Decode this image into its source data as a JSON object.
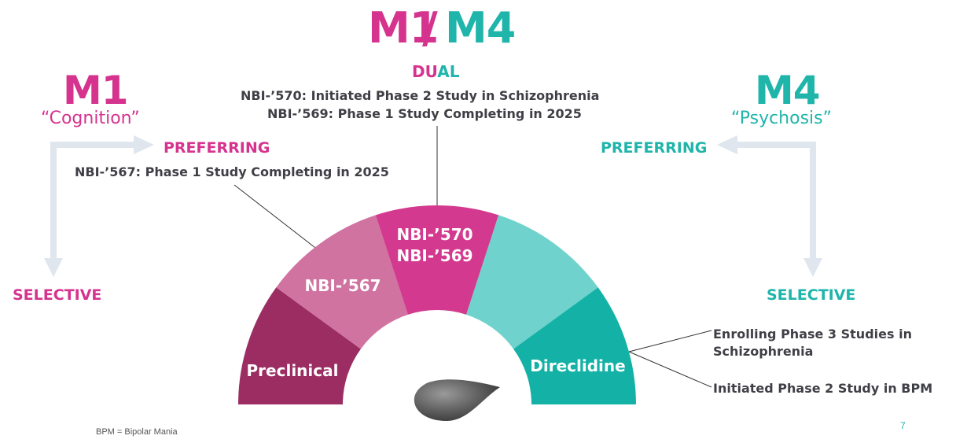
{
  "title": {
    "m1": "M1",
    "slash": "/",
    "m4": "M4",
    "dual": "DUAL"
  },
  "dual_studies": [
    "NBI-’570: Initiated Phase 2 Study  in Schizophrenia",
    "NBI-’569: Phase 1 Study Completing in 2025"
  ],
  "left": {
    "label": "M1",
    "desc": "“Cognition”",
    "preferring": "PREFERRING",
    "selective": "SELECTIVE",
    "study": "NBI-’567: Phase 1 Study Completing in 2025"
  },
  "right": {
    "label": "M4",
    "desc": "“Psychosis”",
    "preferring": "PREFERRING",
    "selective": "SELECTIVE",
    "study1": "Enrolling Phase 3 Studies in Schizophrenia",
    "study1_line1": "Enrolling Phase 3 Studies in",
    "study1_line2": "Schizophrenia",
    "study2": "Initiated Phase 2 Study in BPM"
  },
  "gauge": {
    "segments": [
      {
        "label": "Preclinical",
        "color": "#9b2d63"
      },
      {
        "label": "NBI-’567",
        "color": "#d073a0"
      },
      {
        "label_line1": "NBI-’570",
        "label_line2": "NBI-’569",
        "color": "#d33a8f"
      },
      {
        "label": "",
        "color": "#6fd2cc"
      },
      {
        "label": "Direclidine",
        "color": "#14b2a6"
      }
    ]
  },
  "footnote": "BPM = Bipolar Mania",
  "page_number": "7",
  "colors": {
    "pink": "#d5338e",
    "teal": "#1fb5aa",
    "arrow": "#dfe6ee"
  }
}
